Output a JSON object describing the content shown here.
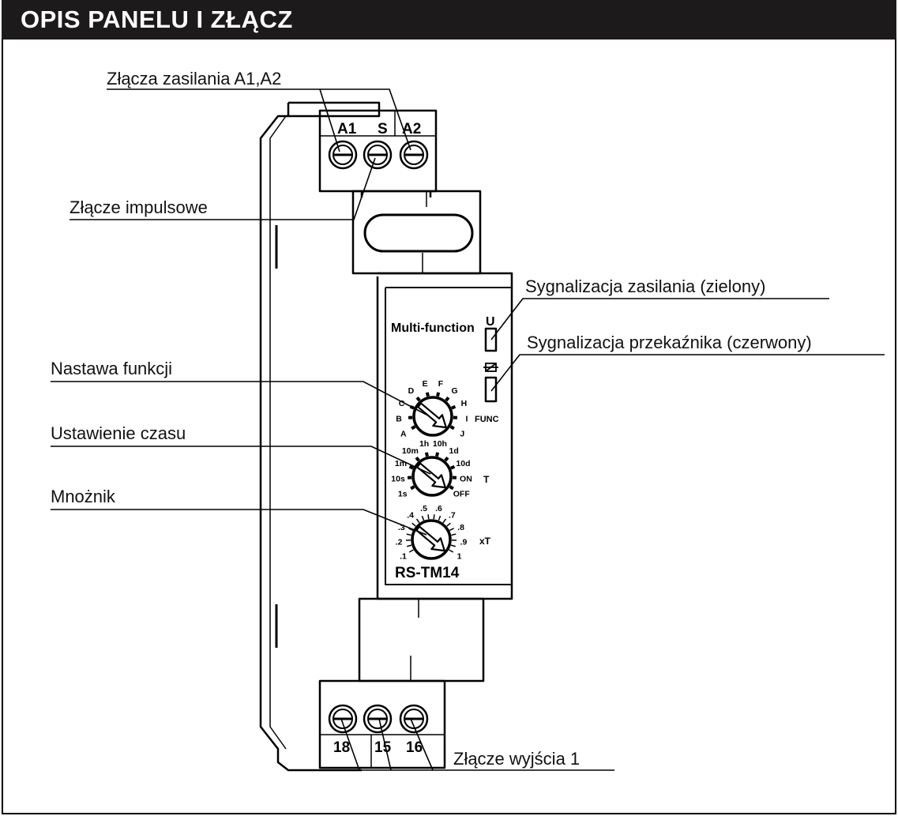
{
  "header": {
    "title": "OPIS PANELU I ZŁĄCZ",
    "bar_color": "#1c1a1a",
    "text_color": "#ffffff"
  },
  "callouts": {
    "power_terminals": "Złącza zasilania  A1,A2",
    "impulse_terminal": "Złącze impulsowe",
    "function_setting": "Nastawa funkcji",
    "time_setting": "Ustawienie czasu",
    "multiplier": "Mnożnik",
    "power_led": "Sygnalizacja zasilania (zielony)",
    "relay_led": "Sygnalizacja przekaźnika (czerwony)",
    "output_terminals": "Złącze wyjścia 1"
  },
  "device": {
    "top_terminals": [
      "A1",
      "S",
      "A2"
    ],
    "bottom_terminals": [
      "18",
      "15",
      "16"
    ],
    "panel_label": "Multi-function",
    "led_u_label": "U",
    "func_label": "FUNC",
    "t_label": "T",
    "xt_label": "xT",
    "model": "RS-TM14",
    "function_dial": [
      "A",
      "B",
      "C",
      "D",
      "E",
      "F",
      "G",
      "H",
      "I",
      "J"
    ],
    "time_dial": [
      "1s",
      "10s",
      "1m",
      "10m",
      "1h",
      "10h",
      "1d",
      "10d",
      "ON",
      "OFF"
    ],
    "multiplier_dial": [
      ".1",
      ".2",
      ".3",
      ".4",
      ".5",
      ".6",
      ".7",
      ".8",
      ".9",
      "1"
    ]
  }
}
